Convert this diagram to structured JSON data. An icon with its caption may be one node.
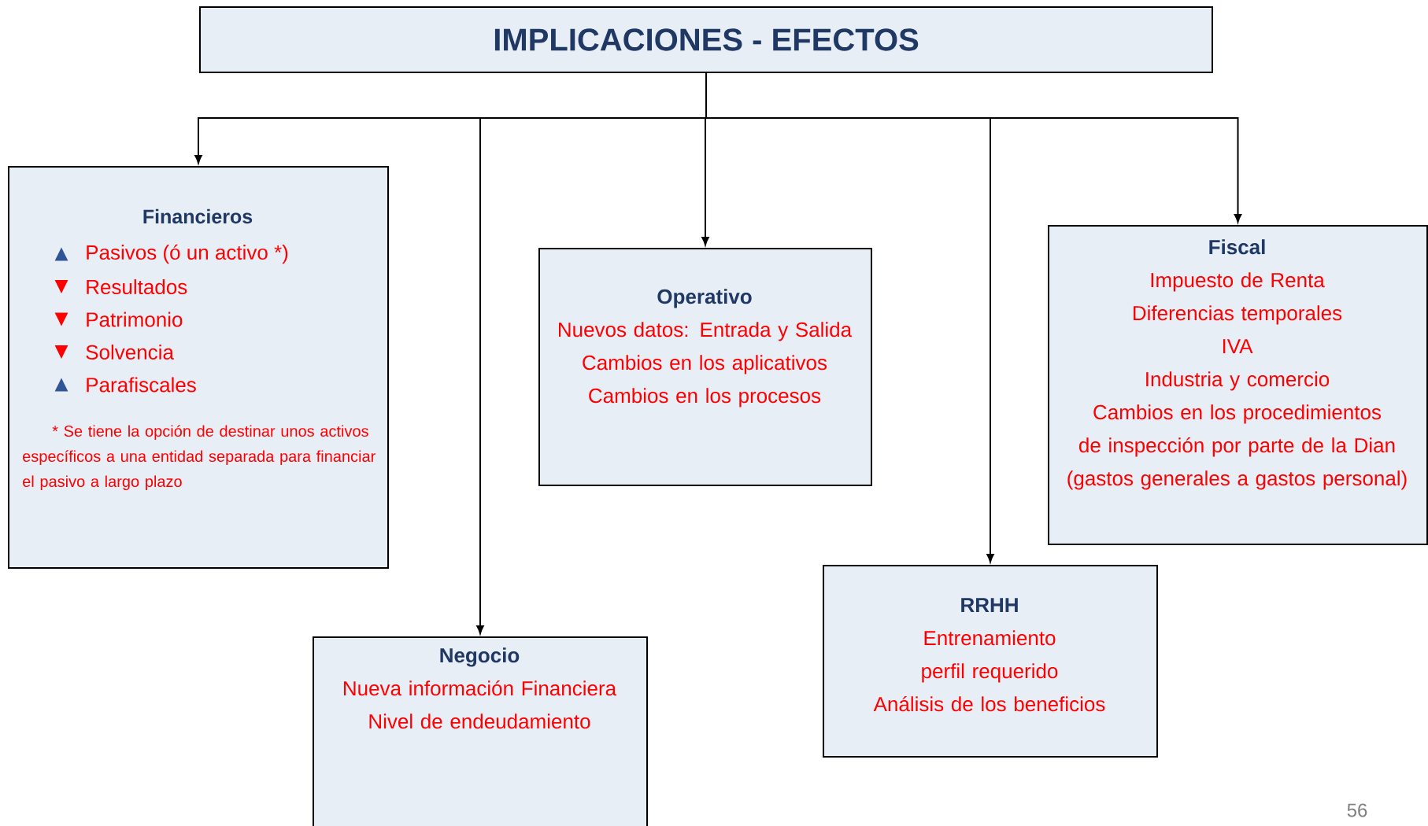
{
  "diagram": {
    "nodes": [
      {
        "text": [
          "IMPLICACIONES - EFECTOS"
        ]
      },
      {
        "text": [
          "Financieros",
          "▲",
          "Pasivos (ó un  activo *)",
          "▼",
          "Resultados",
          "▼",
          "Patrimonio",
          "▼",
          "Solvencia",
          "▲",
          "Parafiscales",
          "* Se tiene la opción de destinar unos activos  específicos a una entidad separada para financiar el pasivo a largo plazo"
        ]
      },
      {
        "text": [
          "Operativo",
          "Nuevos  datos: Entrada y Salida",
          "Cambios en los aplicativos",
          "Cambios en los procesos"
        ]
      },
      {
        "text": [
          "Fiscal",
          "Impuesto de Renta",
          "Diferencias temporales",
          "IVA",
          "Industria y comercio",
          "Cambios en los procedimientos de inspección por parte de la Dian (gastos generales a gastos personal)"
        ]
      },
      {
        "text": [
          "Negocio",
          "Nueva información Financiera",
          "Nivel de endeudamiento"
        ]
      },
      {
        "text": [
          "RRHH",
          "Entrenamiento",
          "perfil requerido",
          "Análisis de los beneficios"
        ]
      }
    ],
    "edges": [
      {
        "from": 0,
        "to": 1,
        "arrow": "to"
      },
      {
        "from": 0,
        "to": 2,
        "arrow": "to"
      },
      {
        "from": 0,
        "to": 3,
        "arrow": "to"
      },
      {
        "from": 0,
        "to": 4,
        "arrow": "to"
      },
      {
        "from": 0,
        "to": 5,
        "arrow": "to"
      }
    ],
    "labels": [
      "56"
    ]
  }
}
